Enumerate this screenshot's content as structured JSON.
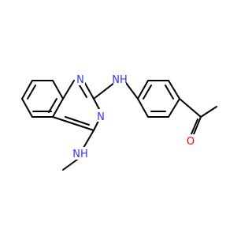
{
  "molecule": {
    "atoms": [
      {
        "id": "N1",
        "label": "N",
        "color": "#3333ff"
      },
      {
        "id": "N3",
        "label": "N",
        "color": "#3333ff"
      },
      {
        "id": "NH_link",
        "label": "NH",
        "h_sub": "",
        "color": "#3333ff"
      },
      {
        "id": "NH_methyl",
        "label": "NH",
        "h_sub": "",
        "color": "#3333ff"
      },
      {
        "id": "O",
        "label": "O",
        "color": "#ff0000"
      }
    ],
    "bond_color": "#000000"
  }
}
